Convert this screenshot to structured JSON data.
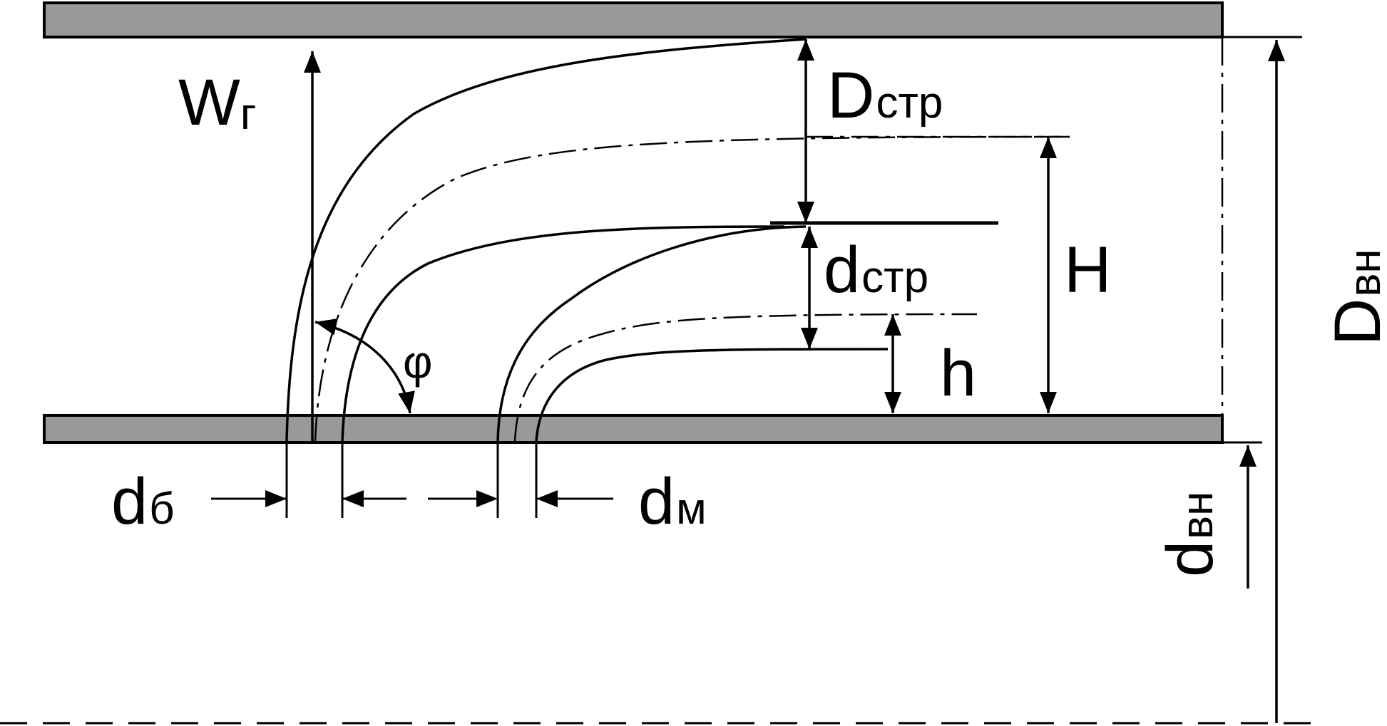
{
  "labels": {
    "w_main": "W",
    "w_sub": "г",
    "dstr_main": "D",
    "dstr_sub": "стр",
    "dstr_small_main": "d",
    "dstr_small_sub": "стр",
    "H": "H",
    "h": "h",
    "phi": "φ",
    "db_main": "d",
    "db_sub": "б",
    "dm_main": "d",
    "dm_sub": "м",
    "dvn_small_main": "d",
    "dvn_small_sub": "вн",
    "Dvn_main": "D",
    "Dvn_sub": "вн"
  },
  "colors": {
    "wall_fill": "#999999",
    "stroke": "#000000",
    "background": "#ffffff"
  }
}
